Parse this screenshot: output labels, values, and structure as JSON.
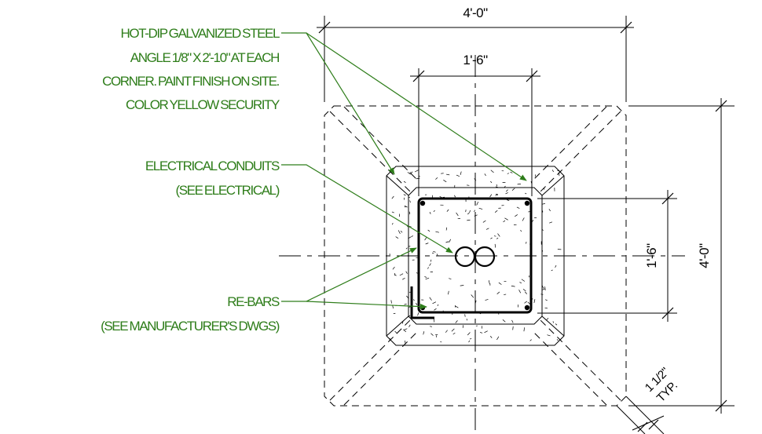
{
  "colors": {
    "annotation": "#2e7d1a",
    "linework": "#000000",
    "background": "#ffffff"
  },
  "notes": {
    "angle": [
      "HOT-DIP GALVANIZED STEEL",
      "ANGLE 1/8\" X 2'-10\" AT EACH",
      "CORNER. PAINT FINISH ON SITE.",
      "COLOR YELLOW SECURITY"
    ],
    "conduits": [
      "ELECTRICAL CONDUITS",
      "(SEE ELECTRICAL)"
    ],
    "rebars": [
      "RE-BARS",
      "(SEE MANUFACTURER'S DWGS)"
    ]
  },
  "dimensions": {
    "overall_width": "4'-0\"",
    "inner_width": "1'-6\"",
    "inner_height": "1'-6\"",
    "overall_height": "4'-0\"",
    "chamfer_size": "1 1/2\"",
    "chamfer_typ": "TYP."
  }
}
